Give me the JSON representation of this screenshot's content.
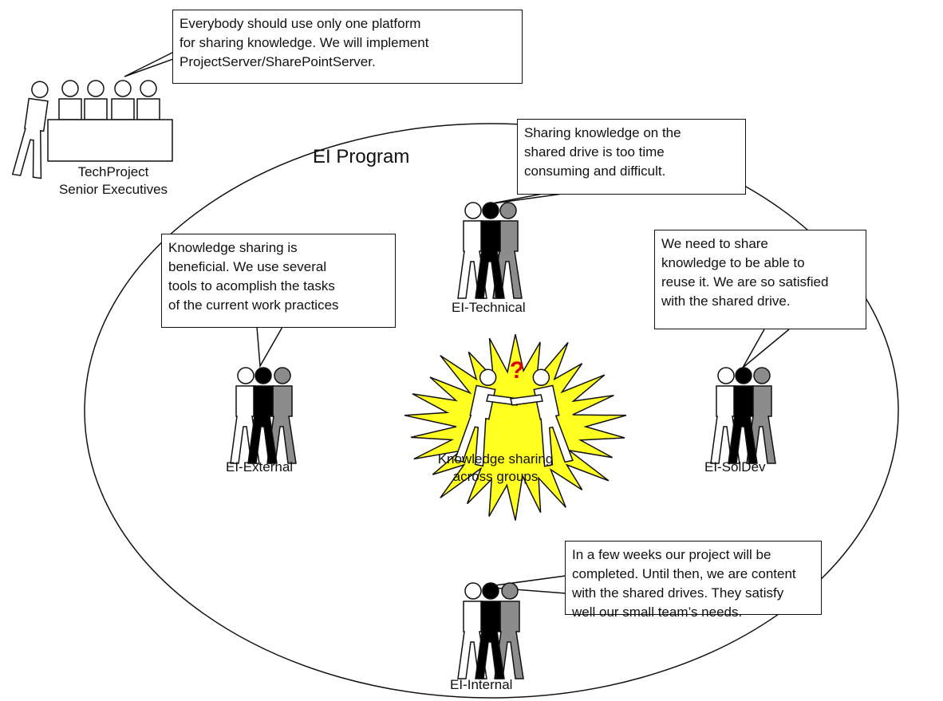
{
  "program": {
    "label": "EI Program"
  },
  "executives": {
    "label_line1": "TechProject",
    "label_line2": "Senior Executives",
    "callout": [
      "Everybody should use only one platform",
      "for sharing knowledge. We will implement",
      "ProjectServer/SharePointServer."
    ]
  },
  "groups": {
    "technical": {
      "label": "EI-Technical",
      "callout": [
        "Sharing knowledge on the",
        "shared drive is too time",
        "consuming and difficult."
      ]
    },
    "external": {
      "label": "EI-External",
      "callout": [
        "Knowledge sharing is",
        "beneficial. We use several",
        "tools to acomplish the tasks",
        "of the current work practices"
      ]
    },
    "soldev": {
      "label": "EI-SolDev",
      "callout": [
        "We need to share",
        "knowledge to be able to",
        "reuse it. We are so satisfied",
        "with the shared drive."
      ]
    },
    "internal": {
      "label": "EI-Internal",
      "callout": [
        "In a few weeks our project will be",
        "completed. Until then, we are content",
        "with the shared drives. They satisfy",
        "well our small team’s needs."
      ]
    }
  },
  "center": {
    "symbol": "?",
    "label_line1": "Knowledge sharing",
    "label_line2": "across groups"
  },
  "colors": {
    "line": "#111111",
    "starburst": "#ffff22",
    "question": "#dd0000",
    "figure_dark": "#000000",
    "figure_gray": "#8c8c8c"
  }
}
